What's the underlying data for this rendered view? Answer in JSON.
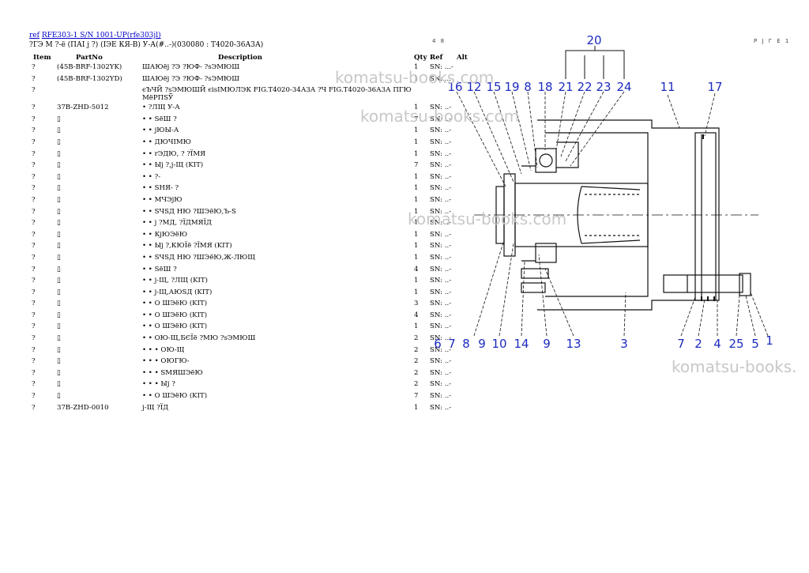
{
  "header": {
    "ref_label": "ref",
    "model_link": "RFE303-1 S/N 1001-UP(rfe303jl)",
    "subtitle": "?ГЭ М ?-ё (ПАІ j ?) (IЭЕ КЯ-В) У-А(#..-)(030080 : Т4020-36А3А)"
  },
  "columns": {
    "item": "Item",
    "partno": "PartNo",
    "desc": "Description",
    "qty": "Qty",
    "ref": "Ref",
    "alt": "Alt"
  },
  "rows": [
    {
      "item": "?",
      "pn": "(45B-BRF-1302YK)",
      "desc": "ШАЮёj ?Э ?ЮФ- ?sЭМЮШ",
      "qty": "1",
      "ref": "SN: ...-"
    },
    {
      "item": "?",
      "pn": "(45B-BRF-1302YD)",
      "desc": "ШАЮёj ?Э ?ЮФ- ?sЭМЮШ",
      "qty": "1",
      "ref": "SN: ...-"
    },
    {
      "item": "?",
      "pn": "",
      "desc": "єЪЧЙ ?sЭМЮШЙ єisIМЮЛЭК FIG.Т4020-34А3А ?Ч FIG.Т4020-36А3А ПГЮ МёРПSЎ",
      "qty": "",
      "ref": "",
      "tall": true
    },
    {
      "item": "?",
      "pn": "37B-ZHD-5012",
      "desc": "• ?ЛЩ У-А",
      "qty": "1",
      "ref": "SN: ..-"
    },
    {
      "item": "?",
      "pn": "▯",
      "desc": "• • SёШ ?",
      "qty": "7",
      "ref": "SN: ..-"
    },
    {
      "item": "?",
      "pn": "▯",
      "desc": "• • jЮЫ-А",
      "qty": "1",
      "ref": "SN: ..-"
    },
    {
      "item": "?",
      "pn": "▯",
      "desc": "• • ДЮЧІМЮ",
      "qty": "1",
      "ref": "SN: ..-"
    },
    {
      "item": "?",
      "pn": "▯",
      "desc": "• • rЭДЮ, ? ?ЇМЯ",
      "qty": "1",
      "ref": "SN: ..-"
    },
    {
      "item": "?",
      "pn": "▯",
      "desc": "• • Ыj ?,j-Щ (KIT)",
      "qty": "7",
      "ref": "SN: ..-"
    },
    {
      "item": "?",
      "pn": "▯",
      "desc": "• • ?-",
      "qty": "1",
      "ref": "SN: ..-"
    },
    {
      "item": "?",
      "pn": "▯",
      "desc": "• • SНЯ- ?",
      "qty": "1",
      "ref": "SN: ..-"
    },
    {
      "item": "?",
      "pn": "▯",
      "desc": "• • МЧЭjЮ",
      "qty": "1",
      "ref": "SN: ..-"
    },
    {
      "item": "?",
      "pn": "▯",
      "desc": "• • SЧSД НЮ ?ШЭёЮ,Ъ-S",
      "qty": "1",
      "ref": "SN: ..-"
    },
    {
      "item": "?",
      "pn": "▯",
      "desc": "• • j ?МД, ?ЇДМЯЇД",
      "qty": "1",
      "ref": "SN: ..-"
    },
    {
      "item": "?",
      "pn": "▯",
      "desc": "• • КjЮЭёЮ",
      "qty": "1",
      "ref": "SN: ..-"
    },
    {
      "item": "?",
      "pn": "▯",
      "desc": "• • Ыj ?,КЮЇё ?ЇМЯ (KIT)",
      "qty": "1",
      "ref": "SN: ..-"
    },
    {
      "item": "?",
      "pn": "▯",
      "desc": "• • SЧSД НЮ ?ШЭёЮ,Ж-ЛЮЩ",
      "qty": "1",
      "ref": "SN: ..-"
    },
    {
      "item": "?",
      "pn": "▯",
      "desc": "• • SёШ ?",
      "qty": "4",
      "ref": "SN: ..-"
    },
    {
      "item": "?",
      "pn": "▯",
      "desc": "• • j-Щ, ?ЛЩ (KIT)",
      "qty": "1",
      "ref": "SN: ..-"
    },
    {
      "item": "?",
      "pn": "▯",
      "desc": "• • j-Щ,АЮSД (KIT)",
      "qty": "1",
      "ref": "SN: ..-"
    },
    {
      "item": "?",
      "pn": "▯",
      "desc": "• • О ШЭёЮ (KIT)",
      "qty": "3",
      "ref": "SN: ..-"
    },
    {
      "item": "?",
      "pn": "▯",
      "desc": "• • О ШЭёЮ (KIT)",
      "qty": "4",
      "ref": "SN: ..-"
    },
    {
      "item": "?",
      "pn": "▯",
      "desc": "• • О ШЭёЮ (KIT)",
      "qty": "1",
      "ref": "SN: ..-"
    },
    {
      "item": "?",
      "pn": "▯",
      "desc": "• • ОЮ-Щ,БЄЇё ?МЮ ?sЭМЮШ",
      "qty": "2",
      "ref": "SN: ..-"
    },
    {
      "item": "?",
      "pn": "▯",
      "desc": "• • • ОЮ-Щ",
      "qty": "2",
      "ref": "SN: ..-"
    },
    {
      "item": "?",
      "pn": "▯",
      "desc": "• • • ОЮГЮ-",
      "qty": "2",
      "ref": "SN: ..-"
    },
    {
      "item": "?",
      "pn": "▯",
      "desc": "• • • SМЯШЭёЮ",
      "qty": "2",
      "ref": "SN: ..-"
    },
    {
      "item": "?",
      "pn": "▯",
      "desc": "• • • Ыj ?",
      "qty": "2",
      "ref": "SN: ..-"
    },
    {
      "item": "?",
      "pn": "▯",
      "desc": "• • О ШЭёЮ (KIT)",
      "qty": "7",
      "ref": "SN: ..-"
    },
    {
      "item": "?",
      "pn": "37B-ZHD-0010",
      "desc": "j-Щ ?ЇД",
      "qty": "1",
      "ref": "SN: ..-"
    }
  ],
  "diagram": {
    "page_left": "4 8",
    "page_right": "Р J Г Е 1",
    "callouts_top": [
      "16",
      "12",
      "15",
      "19",
      "8",
      "18",
      "21",
      "22",
      "23",
      "24",
      "11",
      "17"
    ],
    "callout_20": "20",
    "callouts_bottom": [
      "6",
      "7",
      "8",
      "9",
      "10",
      "14",
      "9",
      "13",
      "3",
      "7",
      "2",
      "4",
      "25",
      "5",
      "1"
    ]
  },
  "watermarks": [
    "komatsu-books.com",
    "komatsu-books.com",
    "komatsu-books.com",
    "komatsu-books."
  ]
}
